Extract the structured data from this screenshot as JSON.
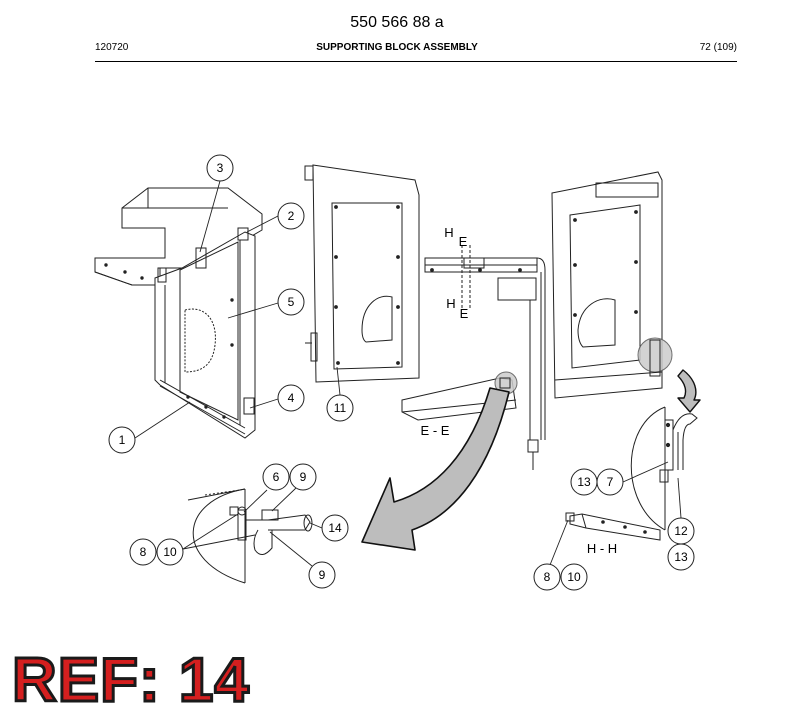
{
  "header": {
    "document_number": "550 566 88 a",
    "date_code": "120720",
    "title": "SUPPORTING BLOCK ASSEMBLY",
    "page": "72 (109)"
  },
  "section_labels": {
    "h_top": "H",
    "e_top": "E",
    "h_bottom": "H",
    "e_bottom": "E",
    "section_ee": "E - E",
    "section_hh": "H - H"
  },
  "callouts": [
    {
      "id": "callout-3",
      "label": "3"
    },
    {
      "id": "callout-2",
      "label": "2"
    },
    {
      "id": "callout-5",
      "label": "5"
    },
    {
      "id": "callout-4",
      "label": "4"
    },
    {
      "id": "callout-1",
      "label": "1"
    },
    {
      "id": "callout-11",
      "label": "11"
    },
    {
      "id": "callout-6",
      "label": "6"
    },
    {
      "id": "callout-9a",
      "label": "9"
    },
    {
      "id": "callout-14",
      "label": "14"
    },
    {
      "id": "callout-8a",
      "label": "8"
    },
    {
      "id": "callout-10a",
      "label": "10"
    },
    {
      "id": "callout-9b",
      "label": "9"
    },
    {
      "id": "callout-13a",
      "label": "13"
    },
    {
      "id": "callout-7",
      "label": "7"
    },
    {
      "id": "callout-12",
      "label": "12"
    },
    {
      "id": "callout-13b",
      "label": "13"
    },
    {
      "id": "callout-8b",
      "label": "8"
    },
    {
      "id": "callout-10b",
      "label": "10"
    }
  ],
  "ref_label": "REF: 14"
}
